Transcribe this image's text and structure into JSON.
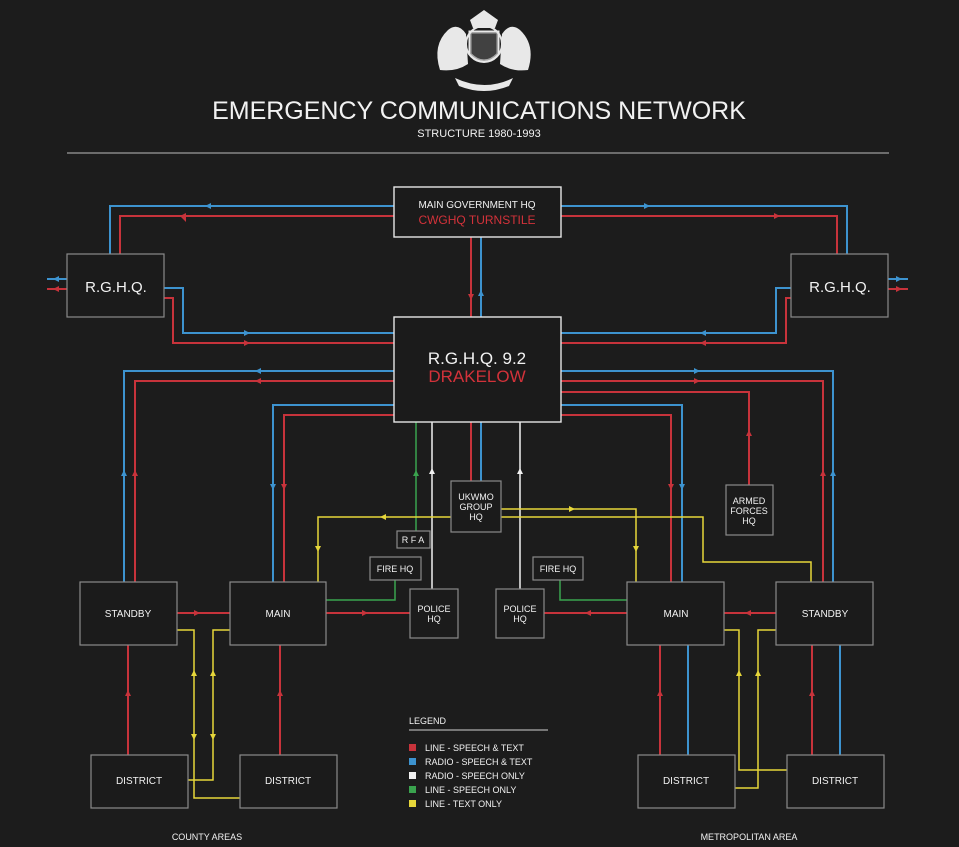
{
  "header": {
    "title": "EMERGENCY COMMUNICATIONS NETWORK",
    "subtitle": "STRUCTURE 1980-1993"
  },
  "nodes": {
    "main_gov_hq": {
      "line1": "MAIN GOVERNMENT HQ",
      "line2": "CWGHQ TURNSTILE"
    },
    "rghq_left": "R.G.H.Q.",
    "rghq_right": "R.G.H.Q.",
    "drakelow": {
      "line1": "R.G.H.Q. 9.2",
      "line2": "DRAKELOW"
    },
    "ukwmo": [
      "UKWMO",
      "GROUP",
      "HQ"
    ],
    "rfa": "R F A",
    "armed_forces": [
      "ARMED",
      "FORCES",
      "HQ"
    ],
    "fire_hq_left": "FIRE HQ",
    "fire_hq_right": "FIRE HQ",
    "police_hq_left": [
      "POLICE",
      "HQ"
    ],
    "police_hq_right": [
      "POLICE",
      "HQ"
    ],
    "standby_left": "STANDBY",
    "main_left": "MAIN",
    "main_right": "MAIN",
    "standby_right": "STANDBY",
    "district_1": "DISTRICT",
    "district_2": "DISTRICT",
    "district_3": "DISTRICT",
    "district_4": "DISTRICT"
  },
  "areas": {
    "left": "COUNTY AREAS",
    "right": "METROPOLITAN AREA"
  },
  "legend": {
    "title": "LEGEND",
    "items": [
      {
        "label": "LINE - SPEECH & TEXT",
        "color": "#c7333b"
      },
      {
        "label": "RADIO - SPEECH & TEXT",
        "color": "#3d93cf"
      },
      {
        "label": "RADIO - SPEECH ONLY",
        "color": "#f0f0f0"
      },
      {
        "label": "LINE - SPEECH ONLY",
        "color": "#3aa34e"
      },
      {
        "label": "LINE - TEXT ONLY",
        "color": "#e6d63a"
      }
    ]
  }
}
